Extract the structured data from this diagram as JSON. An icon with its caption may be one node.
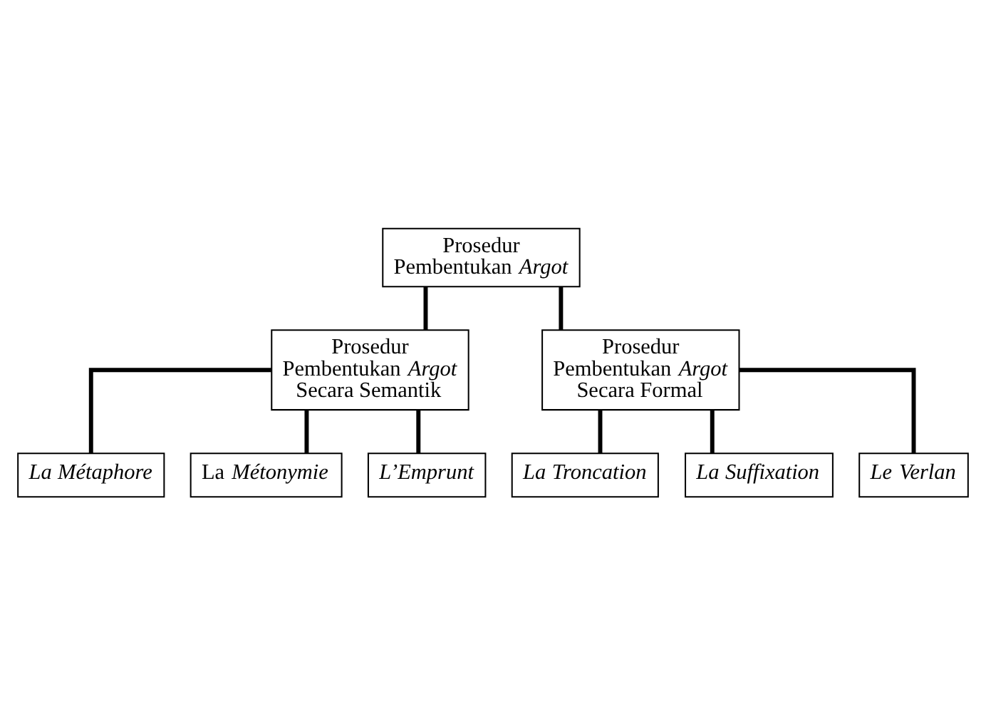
{
  "diagram": {
    "nodes": [
      {
        "text": [
          "Prosedur Pembentukan *Argot*"
        ]
      },
      {
        "text": [
          "Prosedur Pembentukan *Argot* Secara Semantik"
        ]
      },
      {
        "text": [
          "Prosedur Pembentukan *Argot* Secara Formal"
        ]
      },
      {
        "text": [
          "*La Métaphore*"
        ]
      },
      {
        "text": [
          "La *Métonymie*"
        ]
      },
      {
        "text": [
          "*L’Emprunt*"
        ]
      },
      {
        "text": [
          "*La Troncation*"
        ]
      },
      {
        "text": [
          "*La Suffixation*"
        ]
      },
      {
        "text": [
          "*Le Verlan*"
        ]
      }
    ],
    "edges": [
      {
        "from": 0,
        "to": 1,
        "arrow": "none"
      },
      {
        "from": 0,
        "to": 2,
        "arrow": "none"
      },
      {
        "from": 1,
        "to": 3,
        "arrow": "none"
      },
      {
        "from": 1,
        "to": 4,
        "arrow": "none"
      },
      {
        "from": 1,
        "to": 5,
        "arrow": "none"
      },
      {
        "from": 2,
        "to": 6,
        "arrow": "none"
      },
      {
        "from": 2,
        "to": 7,
        "arrow": "none"
      },
      {
        "from": 2,
        "to": 8,
        "arrow": "none"
      }
    ]
  }
}
